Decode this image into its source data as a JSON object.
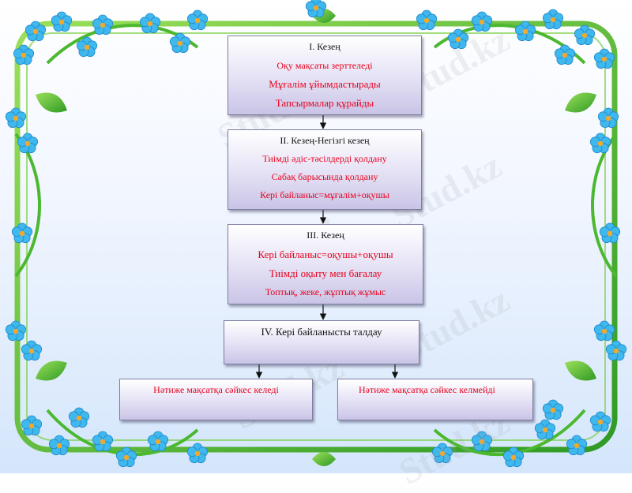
{
  "colors": {
    "box_title": "#111111",
    "box_line": "#e8001c",
    "frame_green": "#3fae2a",
    "flower_blue": "#3fb8ee",
    "flower_center": "#f2a92b"
  },
  "watermark": {
    "text": "Stud.kz"
  },
  "stages": [
    {
      "title": "I. Кезең",
      "lines": [
        "Оқу мақсаты зерттеледі",
        "Мұғалім ұйымдастырады",
        "Тапсырмалар құрайды"
      ]
    },
    {
      "title": "II. Кезең-Негізгі кезең",
      "lines": [
        "Тиімді әдіс-тәсілдерді қолдану",
        "Сабақ барысында қолдану",
        "Кері байланыс=мұғалім+оқушы"
      ]
    },
    {
      "title": "III. Кезең",
      "lines": [
        "Кері байланыс=оқушы+оқушы",
        "Тиімді оқыту мен бағалау",
        "Топтық, жеке, жұптық жұмыс"
      ]
    },
    {
      "title": "IV. Кері байланысты талдау",
      "lines": []
    }
  ],
  "outcomes": [
    {
      "label": "Нәтиже мақсатқа сәйкес келеді"
    },
    {
      "label": "Нәтиже мақсатқа сәйкес келмейді"
    }
  ]
}
